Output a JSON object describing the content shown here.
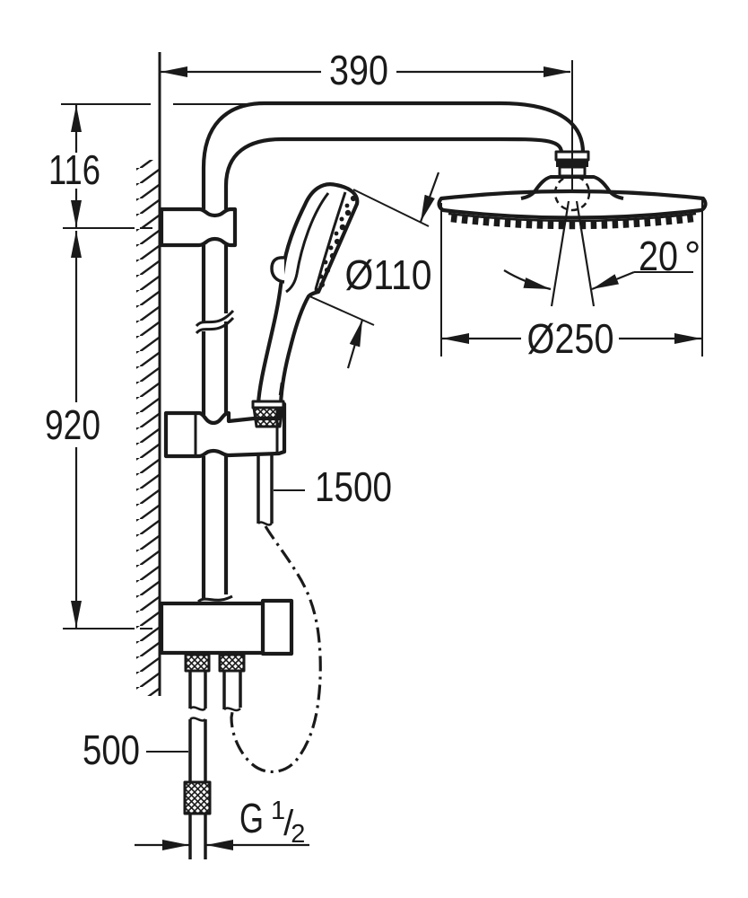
{
  "drawing": {
    "title": "Shower system dimensional drawing",
    "type": "technical-dimension-drawing",
    "line_color": "#1a1a1a",
    "background": "#ffffff",
    "dims": {
      "arm_projection": "390",
      "arm_to_bracket": "116",
      "rail_span": "920",
      "hand_shower_diameter": "Ø110",
      "spray_angle": "20",
      "degree_symbol": "°",
      "head_shower_diameter": "Ø250",
      "hand_hose_length": "1500",
      "supply_hose_length": "500",
      "thread_prefix": "G",
      "thread_numerator": "1",
      "thread_slash": "/",
      "thread_denominator": "2"
    }
  }
}
